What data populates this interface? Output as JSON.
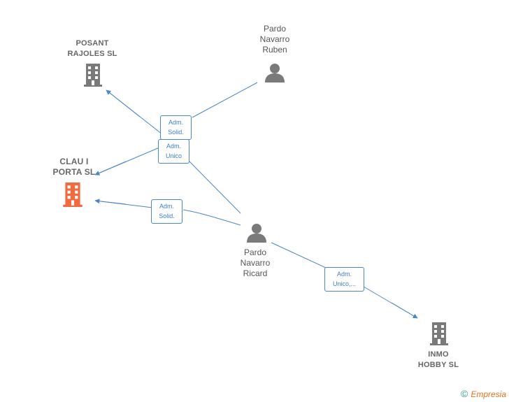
{
  "nodes": {
    "posant": {
      "label": "POSANT\nRAJOLES SL"
    },
    "clau": {
      "label": "CLAU I\nPORTA SL"
    },
    "ruben": {
      "label": "Pardo\nNavarro\nRuben"
    },
    "ricard": {
      "label": "Pardo\nNavarro\nRicard"
    },
    "inmo": {
      "label": "INMO\nHOBBY SL"
    }
  },
  "edges": {
    "ruben_posant": {
      "label": "Adm.\nSolid."
    },
    "ricard_clau_unico": {
      "label": "Adm.\nUnico"
    },
    "ricard_clau_solid": {
      "label": "Adm.\nSolid."
    },
    "ricard_inmo": {
      "label": "Adm.\nUnico,..."
    }
  },
  "colors": {
    "edge": "#4a86c8",
    "company": "#7a7a7a",
    "company_highlight": "#f26a3d",
    "person": "#7a7a7a"
  },
  "brand": {
    "copyright_symbol": "©",
    "name": "Empresia"
  }
}
